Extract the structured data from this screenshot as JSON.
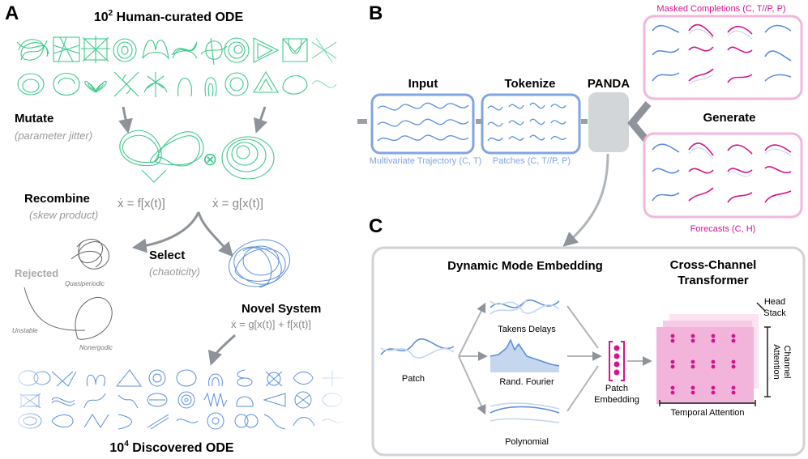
{
  "panels": {
    "a": "A",
    "b": "B",
    "c": "C"
  },
  "panel_a": {
    "top_title_base": "10",
    "top_title_exp": "2",
    "top_title_rest": " Human-curated ODE",
    "mutate": "Mutate",
    "mutate_sub": "(parameter jitter)",
    "otimes": "⊗",
    "recombine": "Recombine",
    "recombine_sub": "(skew product)",
    "eq_f": "ẋ = f[x(t)]",
    "eq_g": "ẋ = g[x(t)]",
    "select": "Select",
    "select_sub": "(chaoticity)",
    "rejected": "Rejected",
    "quasiperiodic": "Quasiperiodic",
    "unstable": "Unstable",
    "nonergodic": "Nonergodic",
    "novel": "Novel System",
    "eq_novel": "ẋ = g[x(t)] + f[x(t)]",
    "bottom_title_base": "10",
    "bottom_title_exp": "4",
    "bottom_title_rest": " Discovered ODE"
  },
  "panel_b": {
    "input": "Input",
    "tokenize": "Tokenize",
    "panda": "PANDA",
    "generate": "Generate",
    "masked": "Masked Completions (C, T//P, P)",
    "traj": "Multivariate Trajectory (C, T)",
    "patches": "Patches (C, T//P, P)",
    "forecasts": "Forecasts (C, H)"
  },
  "panel_c": {
    "dme": "Dynamic Mode Embedding",
    "cct_line1": "Cross-Channel",
    "cct_line2": "Transformer",
    "takens": "Takens Delays",
    "fourier": "Rand. Fourier",
    "poly": "Polynomial",
    "patch": "Patch",
    "patch_emb_1": "Patch",
    "patch_emb_2": "Embedding",
    "head_1": "Head",
    "head_2": "Stack",
    "channel_1": "Channel",
    "channel_2": "Attention",
    "temporal": "Temporal Attention"
  },
  "colors": {
    "green": "#3ec98a",
    "blue": "#5b8fd9",
    "magenta": "#d4148e",
    "gray": "#9aa0a6",
    "pink": "#f3a8d6"
  }
}
